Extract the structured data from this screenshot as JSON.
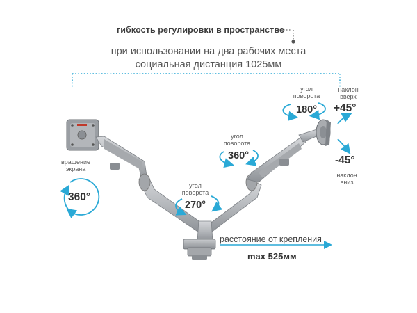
{
  "headline": "гибкость регулировки в пространстве",
  "subtitle_line1": "при использовании на два рабочих места",
  "subtitle_line2": "социальная дистанция 1025мм",
  "left_monitor": {
    "rotation_label_line1": "вращение",
    "rotation_label_line2": "экрана",
    "rotation_value": "360°"
  },
  "base_joint": {
    "label_line1": "угол",
    "label_line2": "поворота",
    "value": "270°"
  },
  "middle_joint": {
    "label_line1": "угол",
    "label_line2": "поворота",
    "value": "360°"
  },
  "right_head": {
    "label_line1": "угол",
    "label_line2": "поворота",
    "value": "180°"
  },
  "tilt_up": {
    "label_line1": "наклон",
    "label_line2": "вверх",
    "value": "+45°"
  },
  "tilt_down": {
    "label_line1": "наклон",
    "label_line2": "вниз",
    "value": "-45°"
  },
  "distance": {
    "label": "расстояние от крепления",
    "value": "max 525мм"
  },
  "colors": {
    "accent_cyan": "#2aa9d6",
    "arm_silver": "#b9bcc0",
    "arm_dark": "#8f9398",
    "text": "#3a3a3a"
  }
}
